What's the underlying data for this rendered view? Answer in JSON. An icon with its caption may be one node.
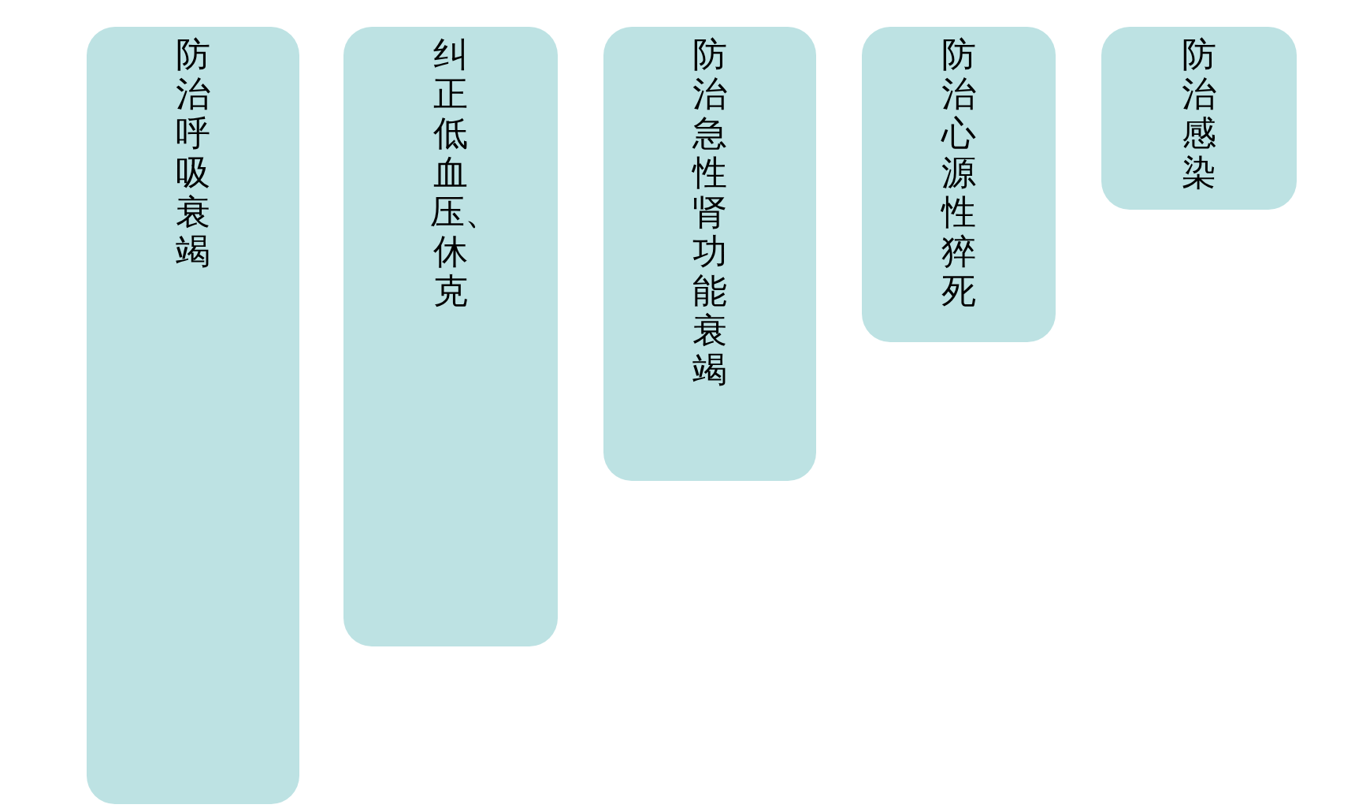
{
  "diagram": {
    "nodes": [
      {
        "text": [
          "防治呼吸衰竭"
        ]
      },
      {
        "text": [
          "纠正低血压、休克"
        ]
      },
      {
        "text": [
          "防治急性肾功能衰竭"
        ]
      },
      {
        "text": [
          "防治心源性猝死"
        ]
      },
      {
        "text": [
          "防治感染"
        ]
      }
    ]
  }
}
